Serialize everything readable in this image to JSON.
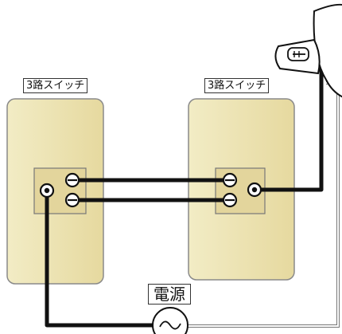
{
  "labels": {
    "left_switch": "3路スイッチ",
    "right_switch": "3路スイッチ",
    "power": "電源"
  },
  "icons": {
    "lamp": "light-bulb-icon",
    "power_source": "ac-source-icon",
    "terminal": "screw-terminal-icon"
  },
  "colors": {
    "switch_plate": "#e8dca4",
    "wire": "#111111",
    "thin_wire": "#8a8a8a",
    "terminal_box": "#e3d59c"
  }
}
